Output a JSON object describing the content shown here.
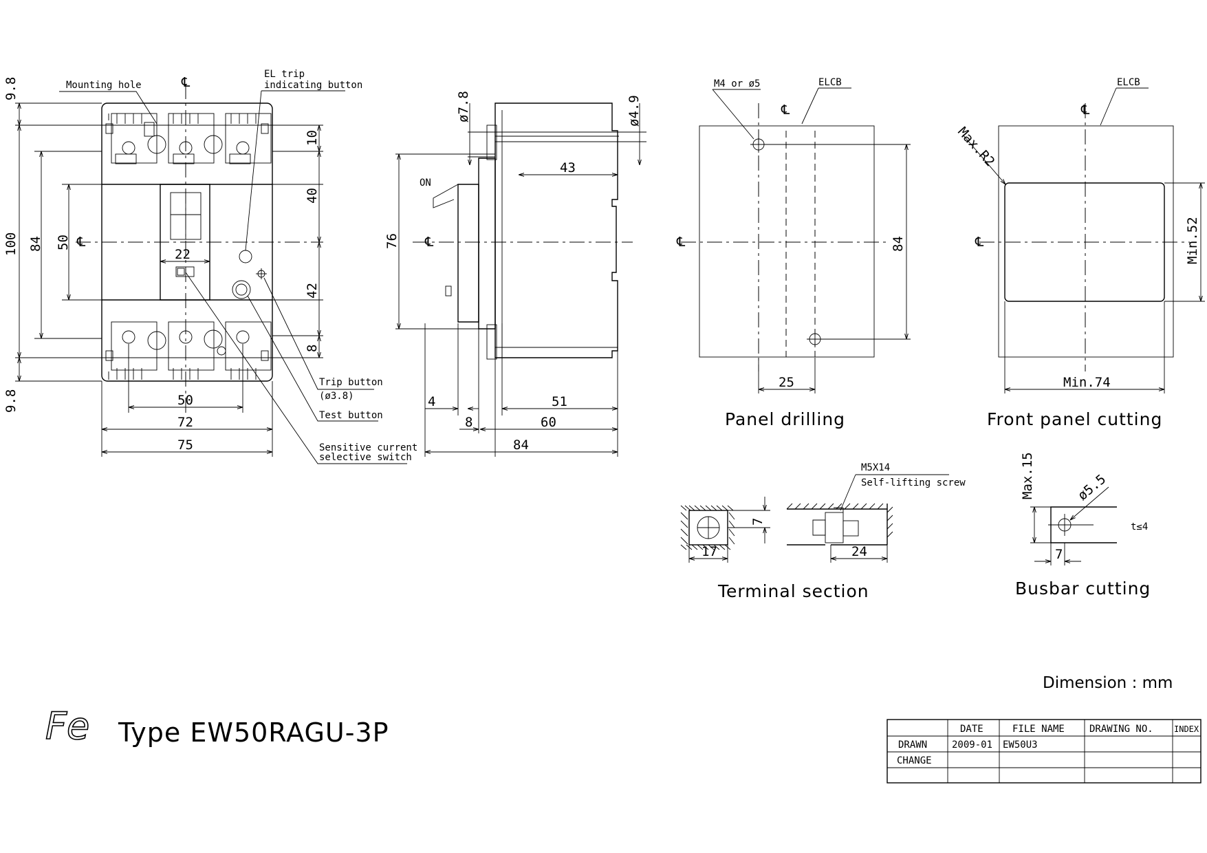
{
  "front_view": {
    "callouts": {
      "mounting_hole": "Mounting hole",
      "el_trip_1": "EL trip",
      "el_trip_2": "indicating button",
      "trip_button": "Trip button",
      "trip_dia": "(ø3.8)",
      "test_button": "Test button",
      "sens_1": "Sensitive current",
      "sens_2": "selective switch"
    },
    "dims": {
      "top_margin": "9.8",
      "bottom_margin": "9.8",
      "overall_height": "100",
      "inner_height": "84",
      "handle_height": "50",
      "d10": "10",
      "d40": "40",
      "d42": "42",
      "d8": "8",
      "handle_width": "22",
      "pitch": "50",
      "body_width": "72",
      "overall_width": "75"
    },
    "centerline": "℄"
  },
  "side_view": {
    "labels": {
      "on": "ON"
    },
    "dims": {
      "d78": "ø7.8",
      "d49": "ø4.9",
      "d43": "43",
      "d76": "76",
      "d4": "4",
      "d51": "51",
      "d8": "8",
      "d60": "60",
      "d84": "84"
    },
    "centerline": "℄"
  },
  "panel_drilling": {
    "caption": "Panel drilling",
    "hole_label": "M4 or ø5",
    "elcb": "ELCB",
    "d84": "84",
    "d25": "25",
    "centerline": "℄"
  },
  "front_panel_cutting": {
    "caption": "Front panel cutting",
    "elcb": "ELCB",
    "radius": "Max.R2",
    "min52": "Min.52",
    "min74": "Min.74",
    "centerline": "℄"
  },
  "terminal_section": {
    "caption": "Terminal section",
    "screw": "M5X14",
    "screw_desc": "Self-lifting screw",
    "d7": "7",
    "d17": "17",
    "d24": "24"
  },
  "busbar_cutting": {
    "caption": "Busbar cutting",
    "max15": "Max.15",
    "dia": "ø5.5",
    "thickness": "t≤4",
    "d7": "7"
  },
  "dimension_unit": "Dimension : mm",
  "title": {
    "logo": "Fe",
    "type": "Type EW50RAGU-3P"
  },
  "title_block": {
    "headers": [
      "DATE",
      "FILE NAME",
      "DRAWING NO.",
      "INDEX"
    ],
    "rows": [
      {
        "label": "DRAWN",
        "date": "2009-01",
        "file": "EW50U3",
        "drawing": "",
        "index": ""
      },
      {
        "label": "CHANGE",
        "date": "",
        "file": "",
        "drawing": "",
        "index": ""
      },
      {
        "label": "",
        "date": "",
        "file": "",
        "drawing": "",
        "index": ""
      }
    ]
  }
}
